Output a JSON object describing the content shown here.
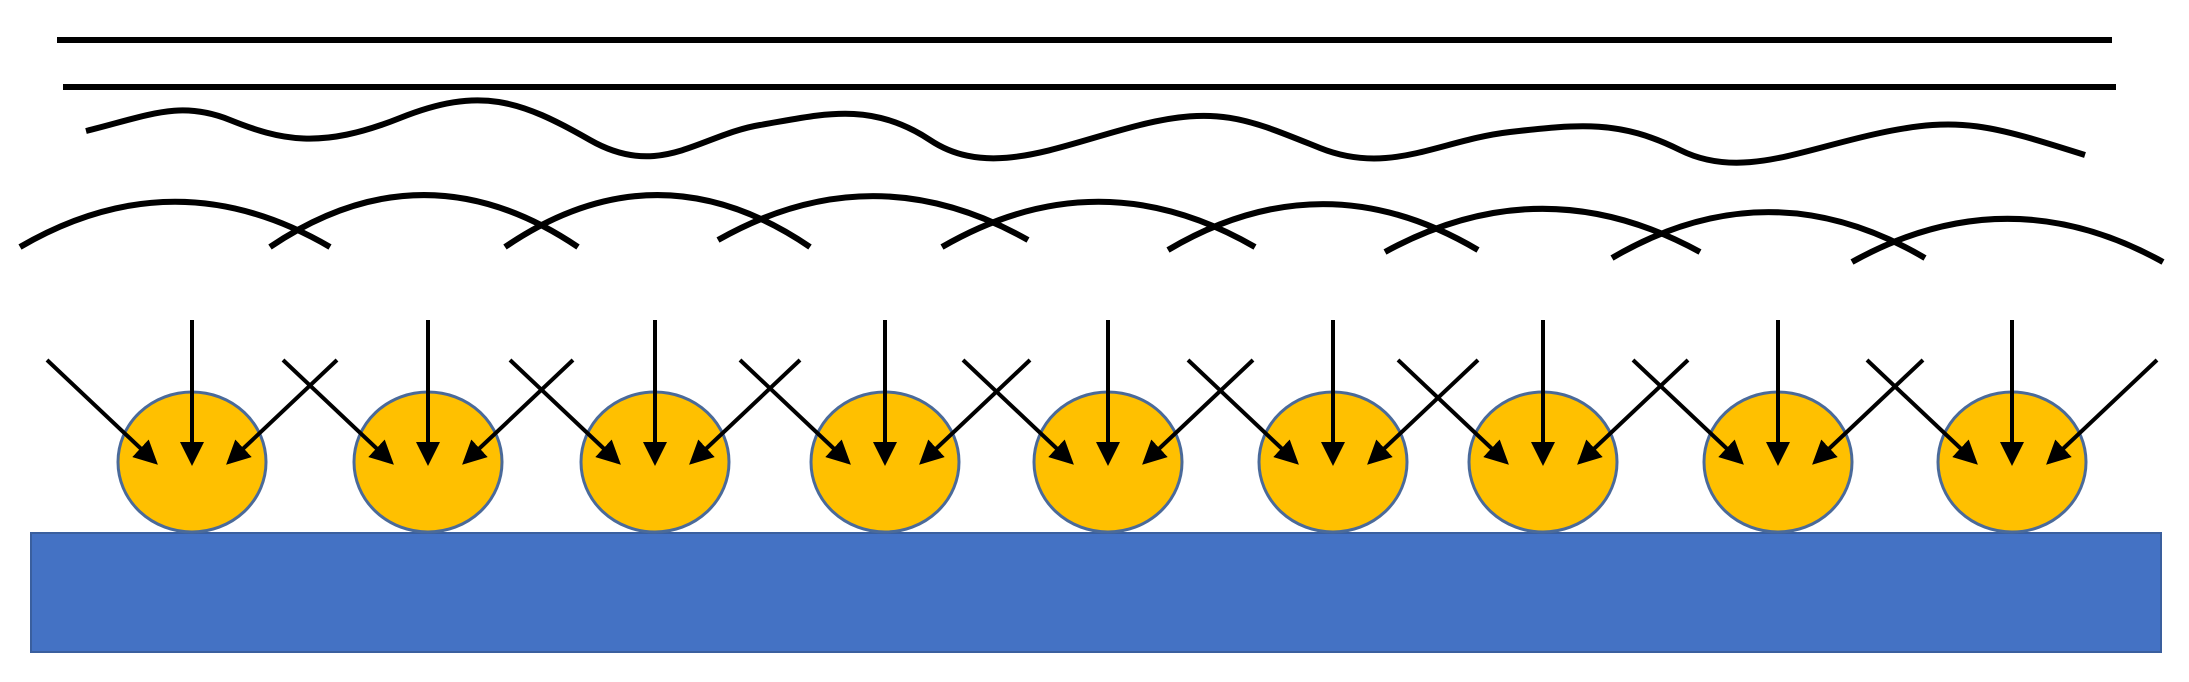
{
  "diagram": {
    "particle_count": 9,
    "rays_per_particle": 3,
    "colors": {
      "background": "#ffffff",
      "line": "#000000",
      "particle_fill": "#ffc000",
      "particle_stroke": "#4a6a9a",
      "substrate_fill": "#4472c4",
      "substrate_stroke": "#3a5f9e"
    },
    "elements": {
      "straight_lines": 2,
      "wavy_lines": 1,
      "arc_rows": 1,
      "substrate": 1
    }
  }
}
